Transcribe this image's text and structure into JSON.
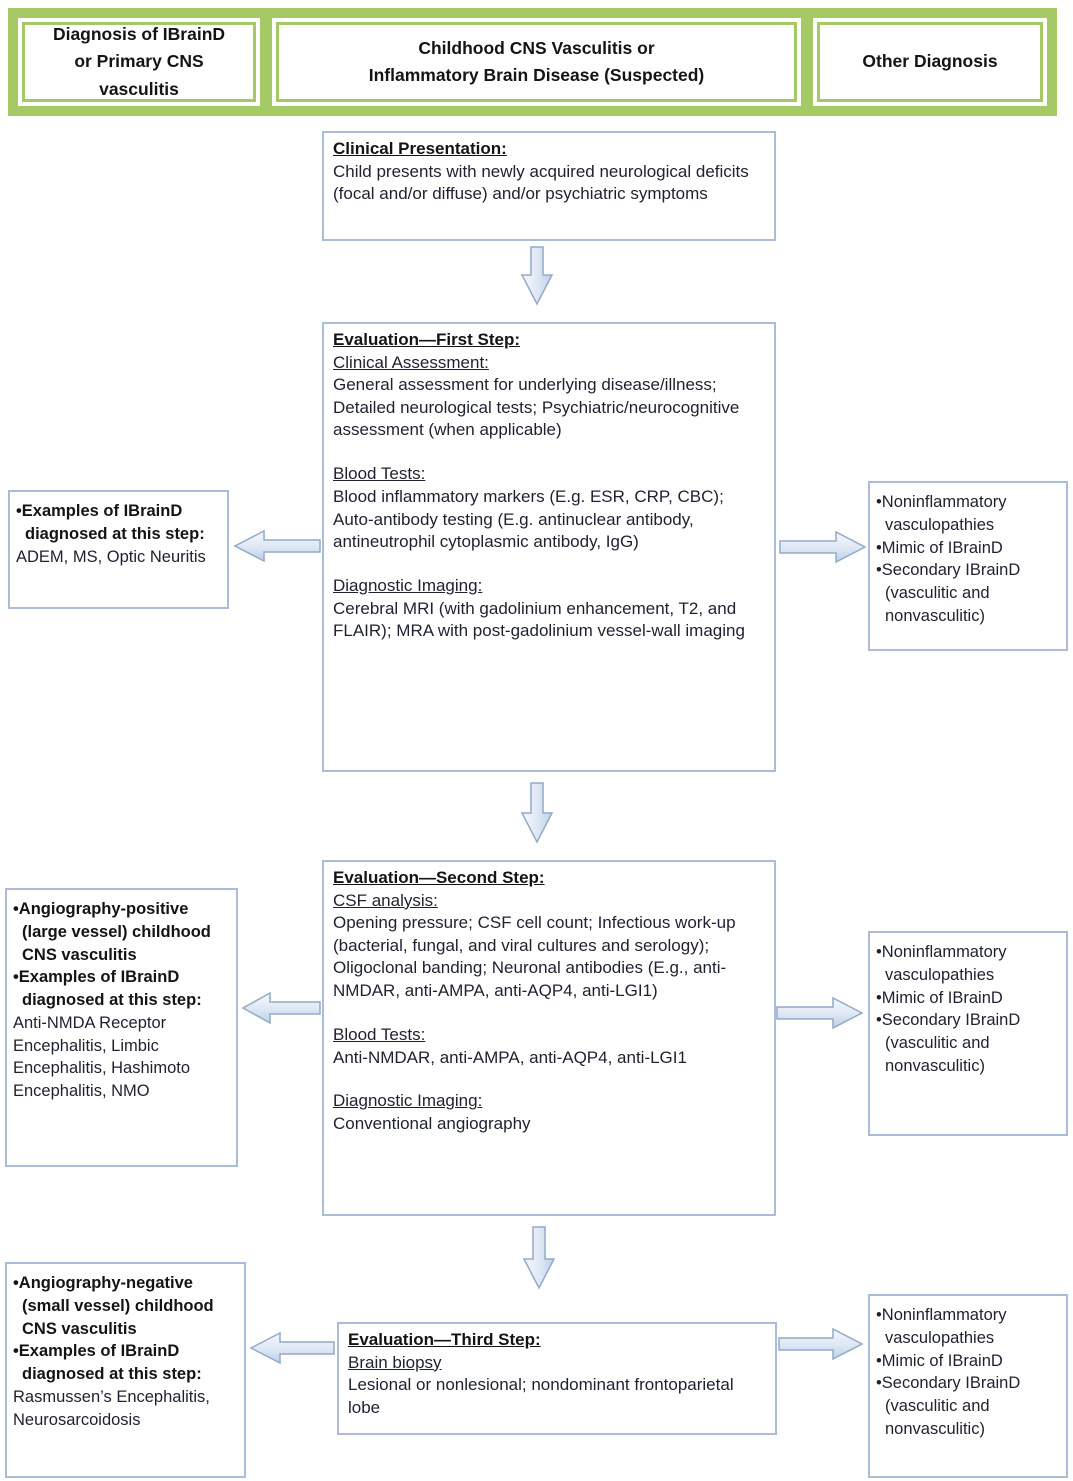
{
  "colors": {
    "header_green": "#a5c965",
    "box_border": "#a9bdd6",
    "arrow_fill_light": "#f4f8fc",
    "arrow_fill_dark": "#bfd0e7",
    "arrow_border": "#93aac7",
    "text": "#1e2130"
  },
  "icons": {
    "down_arrow": "block-arrow-down",
    "left_arrow": "block-arrow-left",
    "right_arrow": "block-arrow-right"
  },
  "header": {
    "left": "Diagnosis of IBrainD\nor Primary CNS\nvasculitis",
    "center": "Childhood CNS Vasculitis or\nInflammatory Brain Disease (Suspected)",
    "right": "Other Diagnosis"
  },
  "clinical_presentation": {
    "title": "Clinical Presentation:",
    "body": "Child presents with newly acquired neurological deficits (focal and/or diffuse) and/or psychiatric symptoms"
  },
  "steps": [
    {
      "title": "Evaluation—First Step:",
      "sections": [
        {
          "label": "Clinical Assessment:",
          "text": "General assessment for underlying disease/illness; Detailed neurological tests; Psychiatric/neurocognitive assessment (when applicable)"
        },
        {
          "label": "Blood Tests:",
          "text": "Blood inflammatory markers (E.g. ESR, CRP, CBC); Auto-antibody testing (E.g. antinuclear antibody, antineutrophil cytoplasmic antibody, IgG)"
        },
        {
          "label": "Diagnostic Imaging:",
          "text": "Cerebral MRI (with gadolinium enhancement, T2, and FLAIR); MRA with post-gadolinium vessel-wall imaging"
        }
      ]
    },
    {
      "title": "Evaluation—Second Step:",
      "sections": [
        {
          "label": "CSF analysis:",
          "text": "Opening pressure; CSF cell count; Infectious work-up (bacterial, fungal, and viral cultures and serology); Oligoclonal banding; Neuronal antibodies (E.g., anti-NMDAR, anti-AMPA, anti-AQP4, anti-LGI1)"
        },
        {
          "label": "Blood Tests:",
          "text": "Anti-NMDAR, anti-AMPA, anti-AQP4, anti-LGI1"
        },
        {
          "label": "Diagnostic Imaging:",
          "text": "Conventional angiography"
        }
      ]
    },
    {
      "title": "Evaluation—Third Step:",
      "sections": [
        {
          "label": "Brain biopsy",
          "text": "Lesional or nonlesional; nondominant frontoparietal lobe"
        }
      ]
    }
  ],
  "left_boxes": [
    {
      "bullet1": "Examples of IBrainD diagnosed at this step:",
      "examples": "ADEM, MS, Optic Neuritis"
    },
    {
      "bullet1": "Angiography-positive (large vessel) childhood CNS vasculitis",
      "bullet2": "Examples of IBrainD diagnosed at this step:",
      "examples": "Anti-NMDA Receptor Encephalitis, Limbic Encephalitis, Hashimoto Encephalitis, NMO"
    },
    {
      "bullet1": "Angiography-negative (small vessel) childhood CNS vasculitis",
      "bullet2": "Examples of IBrainD diagnosed at this step:",
      "examples": "Rasmussen’s Encephalitis, Neurosarcoidosis"
    }
  ],
  "right_boxes": [
    {
      "bullet1": "Noninflammatory vasculopathies",
      "bullet2": "Mimic of IBrainD",
      "bullet3": "Secondary IBrainD (vasculitic and nonvasculitic)"
    },
    {
      "bullet1": "Noninflammatory vasculopathies",
      "bullet2": "Mimic of IBrainD",
      "bullet3": "Secondary IBrainD (vasculitic and nonvasculitic)"
    },
    {
      "bullet1": "Noninflammatory vasculopathies",
      "bullet2": "Mimic of IBrainD",
      "bullet3": "Secondary IBrainD (vasculitic and nonvasculitic)"
    }
  ]
}
